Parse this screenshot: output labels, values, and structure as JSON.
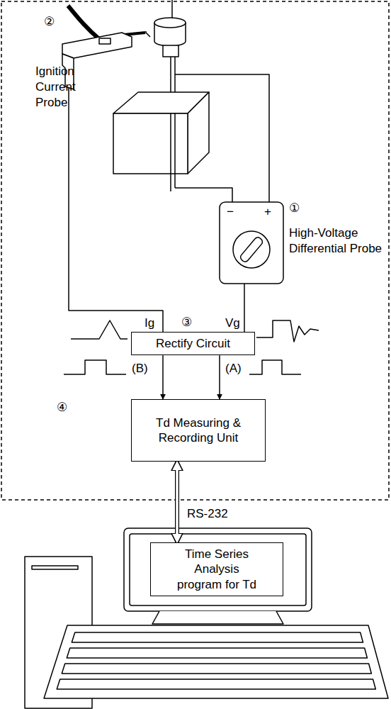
{
  "diagram": {
    "nodes": [
      {
        "text": [
          "Rectify Circuit"
        ]
      },
      {
        "text": [
          "Td Measuring & Recording Unit"
        ]
      },
      {
        "text": [
          "Time Series Analysis program for Td"
        ]
      }
    ],
    "edges": [
      {
        "from": 0,
        "to": 1,
        "arrow": "to",
        "label": "(B)"
      },
      {
        "from": 0,
        "to": 1,
        "arrow": "to",
        "label": "(A)"
      },
      {
        "from": 1,
        "to": 2,
        "arrow": "both",
        "label": "RS-232"
      }
    ],
    "labels": [
      "②",
      "Ignition Current Probe",
      "−",
      "+",
      "①",
      "High-Voltage Differential Probe",
      "③",
      "Ig",
      "Vg",
      "④"
    ]
  }
}
